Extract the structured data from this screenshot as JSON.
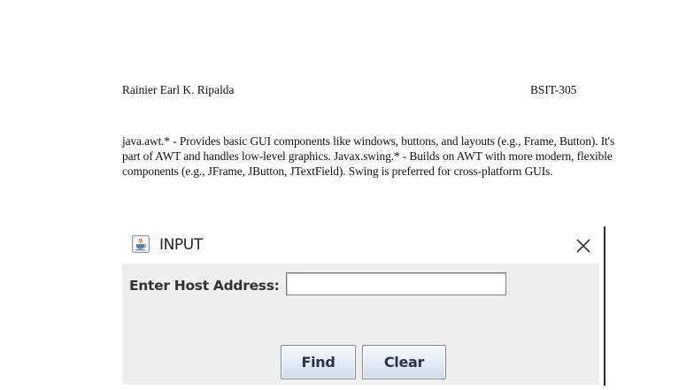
{
  "document": {
    "author": "Rainier Earl K. Ripalda",
    "section": "BSIT-305",
    "description": "java.awt.* - Provides basic GUI components like windows, buttons, and layouts (e.g., Frame, Button). It's part of AWT and handles low-level graphics. Javax.swing.* - Builds on AWT with more modern, flexible components (e.g., JFrame, JButton, JTextField). Swing is preferred for cross-platform GUIs."
  },
  "dialog": {
    "title": "INPUT",
    "icon": "java-coffee-cup-icon",
    "close_icon": "close-x-icon",
    "host_label": "Enter Host Address:",
    "host_input_value": "",
    "host_input_placeholder": "",
    "buttons": {
      "find": "Find",
      "clear": "Clear"
    }
  },
  "colors": {
    "dialog_body_bg": "#eeeeee",
    "titlebar_bg": "#ffffff",
    "button_gradient_top": "#f6f9fc",
    "button_gradient_bottom": "#cddbeb",
    "button_border": "#7a8a9e",
    "label_text": "#333333"
  }
}
